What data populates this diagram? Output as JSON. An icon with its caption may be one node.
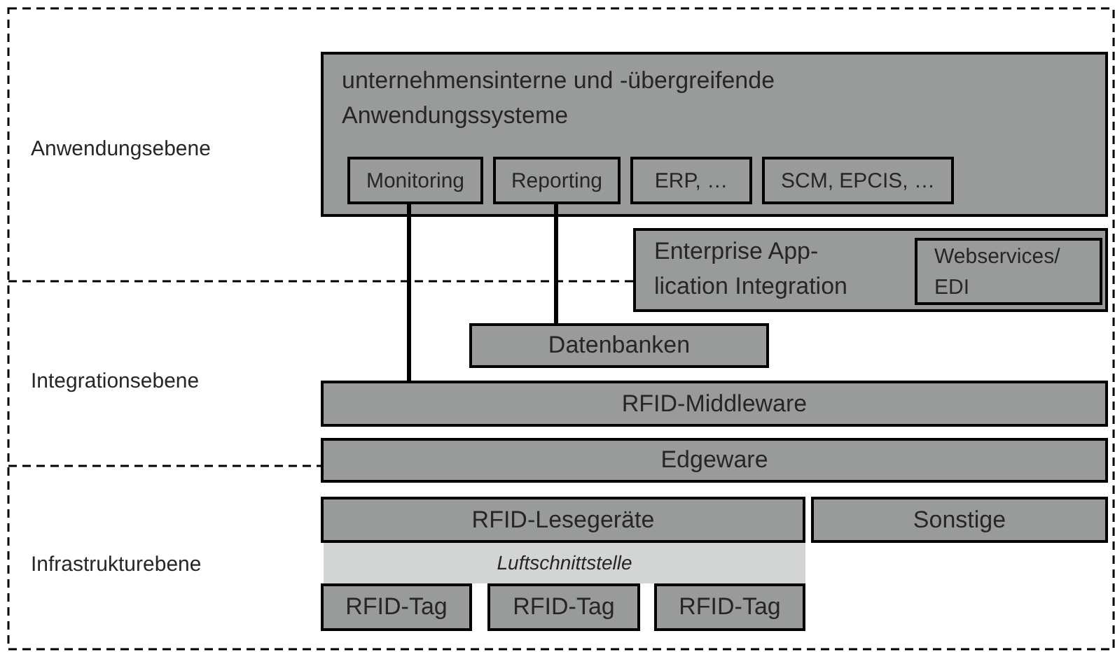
{
  "diagram": {
    "nodes": [
      {
        "text": [
          "unternehmensinterne und -übergreifende Anwendungssysteme"
        ]
      },
      {
        "text": [
          "Monitoring"
        ],
        "in": 0
      },
      {
        "text": [
          "Reporting"
        ],
        "in": 0
      },
      {
        "text": [
          "ERP, …"
        ],
        "in": 0
      },
      {
        "text": [
          "SCM, EPCIS,  …"
        ],
        "in": 0
      },
      {
        "text": [
          "Enterprise App- lication Integration"
        ]
      },
      {
        "text": [
          "Webservices/ EDI"
        ],
        "in": 5
      },
      {
        "text": [
          "Datenbanken"
        ]
      },
      {
        "text": [
          "RFID-Middleware"
        ]
      },
      {
        "text": [
          "Edgeware"
        ]
      },
      {
        "text": [
          "RFID-Lesegeräte"
        ]
      },
      {
        "text": [
          "Sonstige"
        ]
      },
      {
        "text": [
          "Luftschnittstelle"
        ]
      },
      {
        "text": [
          "RFID-Tag"
        ]
      },
      {
        "text": [
          "RFID-Tag"
        ]
      },
      {
        "text": [
          "RFID-Tag"
        ]
      }
    ],
    "edges": [
      {
        "from": 1,
        "to": 8,
        "arrow": "none"
      },
      {
        "from": 2,
        "to": 7,
        "arrow": "none"
      }
    ],
    "labels": [
      "Anwendungsebene",
      "Integrationsebene",
      "Infrastrukturebene"
    ]
  }
}
